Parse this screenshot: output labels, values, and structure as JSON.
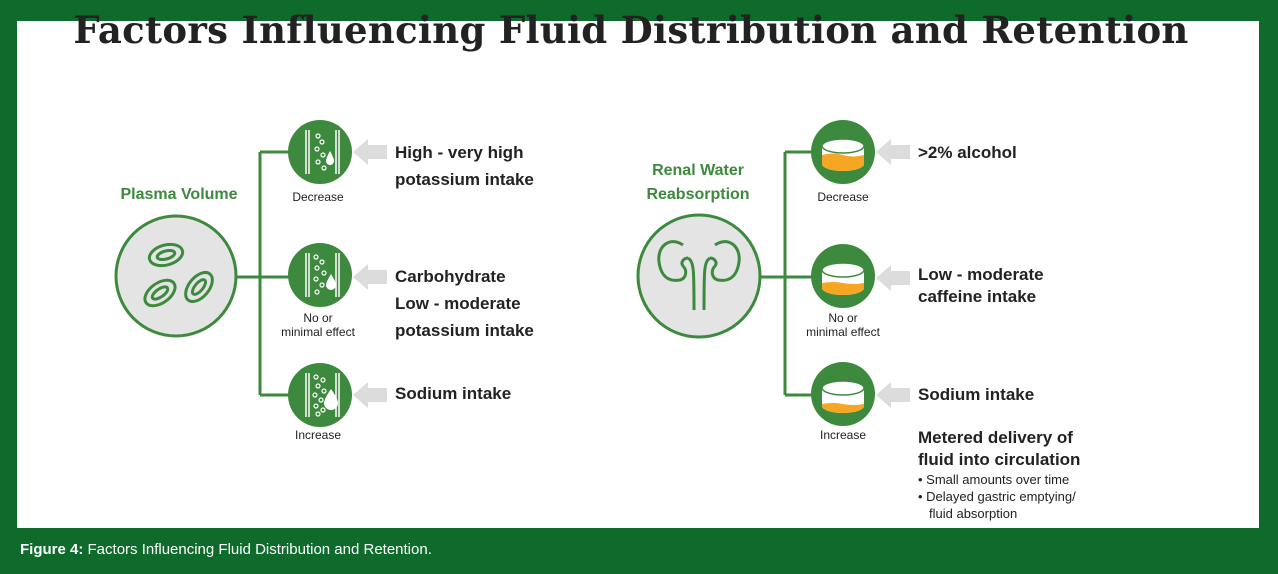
{
  "title": "Factors Influencing Fluid Distribution and Retention",
  "caption": {
    "label": "Figure 4:",
    "text": "Factors Influencing Fluid Distribution and Retention."
  },
  "left": {
    "heading": "Plasma Volume",
    "nodes": [
      {
        "effect": "Decrease",
        "factor_lines": [
          "High - very high",
          "potassium intake"
        ]
      },
      {
        "effect_lines": [
          "No or",
          "minimal effect"
        ],
        "factor_lines": [
          "Carbohydrate",
          "Low - moderate",
          "potassium intake"
        ]
      },
      {
        "effect": "Increase",
        "factor_lines": [
          "Sodium intake"
        ]
      }
    ]
  },
  "right": {
    "heading_lines": [
      "Renal Water",
      "Reabsorption"
    ],
    "nodes": [
      {
        "effect": "Decrease",
        "factor_lines": [
          ">2% alcohol"
        ]
      },
      {
        "effect_lines": [
          "No or",
          "minimal effect"
        ],
        "factor_lines": [
          "Low - moderate",
          "caffeine intake"
        ]
      },
      {
        "effect": "Increase",
        "factor_lines": [
          "Sodium intake"
        ]
      }
    ],
    "note": {
      "lines": [
        "Metered delivery of",
        "fluid into circulation"
      ],
      "bullets": [
        "• Small amounts over time",
        "• Delayed gastric emptying/",
        "fluid absorption"
      ]
    }
  },
  "colors": {
    "frame_green": "#0e6b2c",
    "accent_green": "#3d8a3e",
    "circle_fill": "#e4e4e4",
    "arrow_gray": "#dcdcdc",
    "liquid_orange": "#f5a623"
  },
  "icons": [
    "blood-cells-icon",
    "blood-vessel-icon",
    "kidney-icon",
    "container-icon",
    "arrow-left-icon"
  ]
}
